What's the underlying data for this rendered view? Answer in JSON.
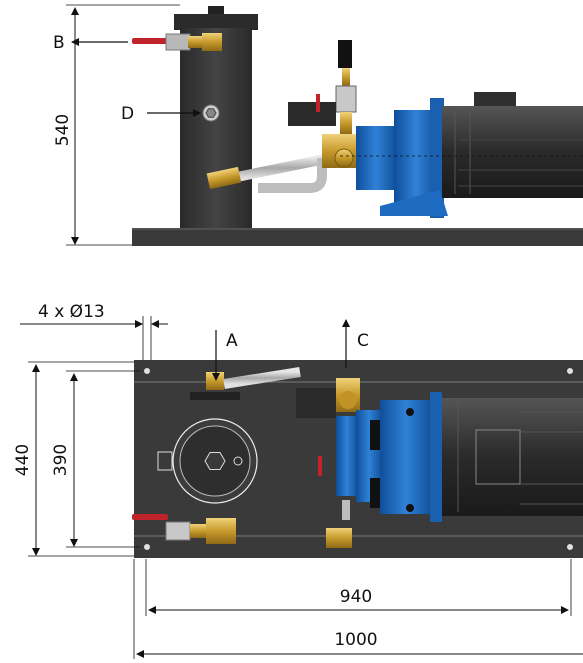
{
  "views": {
    "side": {
      "callouts": {
        "B": "B",
        "D": "D"
      },
      "dimensions": {
        "height": "540"
      }
    },
    "top": {
      "callouts": {
        "A": "A",
        "C": "C"
      },
      "dimensions": {
        "holes": "4 x Ø13",
        "outer_height": "440",
        "inner_height": "390",
        "inner_width": "940",
        "outer_width": "1000"
      }
    }
  },
  "colors": {
    "pump_blue": "#1f6fc7",
    "motor_dark": "#2a2a2a",
    "tank": "#333333",
    "base": "#3a3a3a",
    "brass": "#c9a23a",
    "valve_red": "#c0242a",
    "pipe": "#bdbdbd"
  }
}
